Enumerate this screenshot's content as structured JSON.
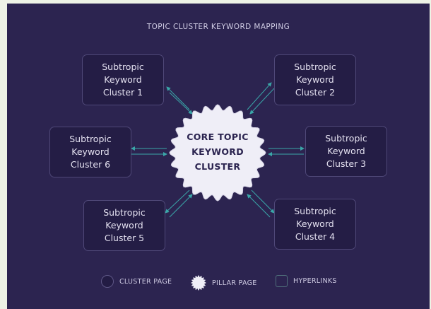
{
  "title": "TOPIC CLUSTER KEYWORD MAPPING",
  "core": {
    "label": "CORE TOPIC\nKEYWORD\nCLUSTER"
  },
  "clusters": [
    {
      "label": "Subtropic\nKeyword\nCluster 1"
    },
    {
      "label": "Subtropic\nKeyword\nCluster 2"
    },
    {
      "label": "Subtropic\nKeyword\nCluster 3"
    },
    {
      "label": "Subtropic\nKeyword\nCluster 4"
    },
    {
      "label": "Subtropic\nKeyword\nCluster 5"
    },
    {
      "label": "Subtropic\nKeyword\nCluster 6"
    }
  ],
  "legend": {
    "cluster_page": "CLUSTER PAGE",
    "pillar_page": "PILLAR PAGE",
    "hyperlinks": "HYPERLINKS"
  },
  "colors": {
    "background": "#2c2450",
    "arrow": "#3aa6a8",
    "core_fill": "#efeef7"
  }
}
